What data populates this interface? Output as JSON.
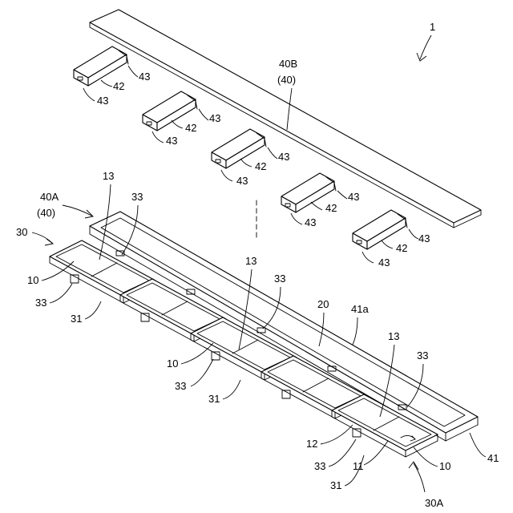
{
  "figure": {
    "ref_1": "1",
    "ref_40B": "40B",
    "ref_40B_paren": "(40)",
    "ref_40A": "40A",
    "ref_40A_paren": "(40)",
    "ref_30": "30",
    "ref_30A": "30A",
    "ref_20": "20",
    "ref_41": "41",
    "ref_41a": "41a",
    "ref_42": "42",
    "ref_43": "43",
    "ref_13": "13",
    "ref_33": "33",
    "ref_10": "10",
    "ref_31": "31",
    "ref_11": "11",
    "ref_12": "12"
  }
}
